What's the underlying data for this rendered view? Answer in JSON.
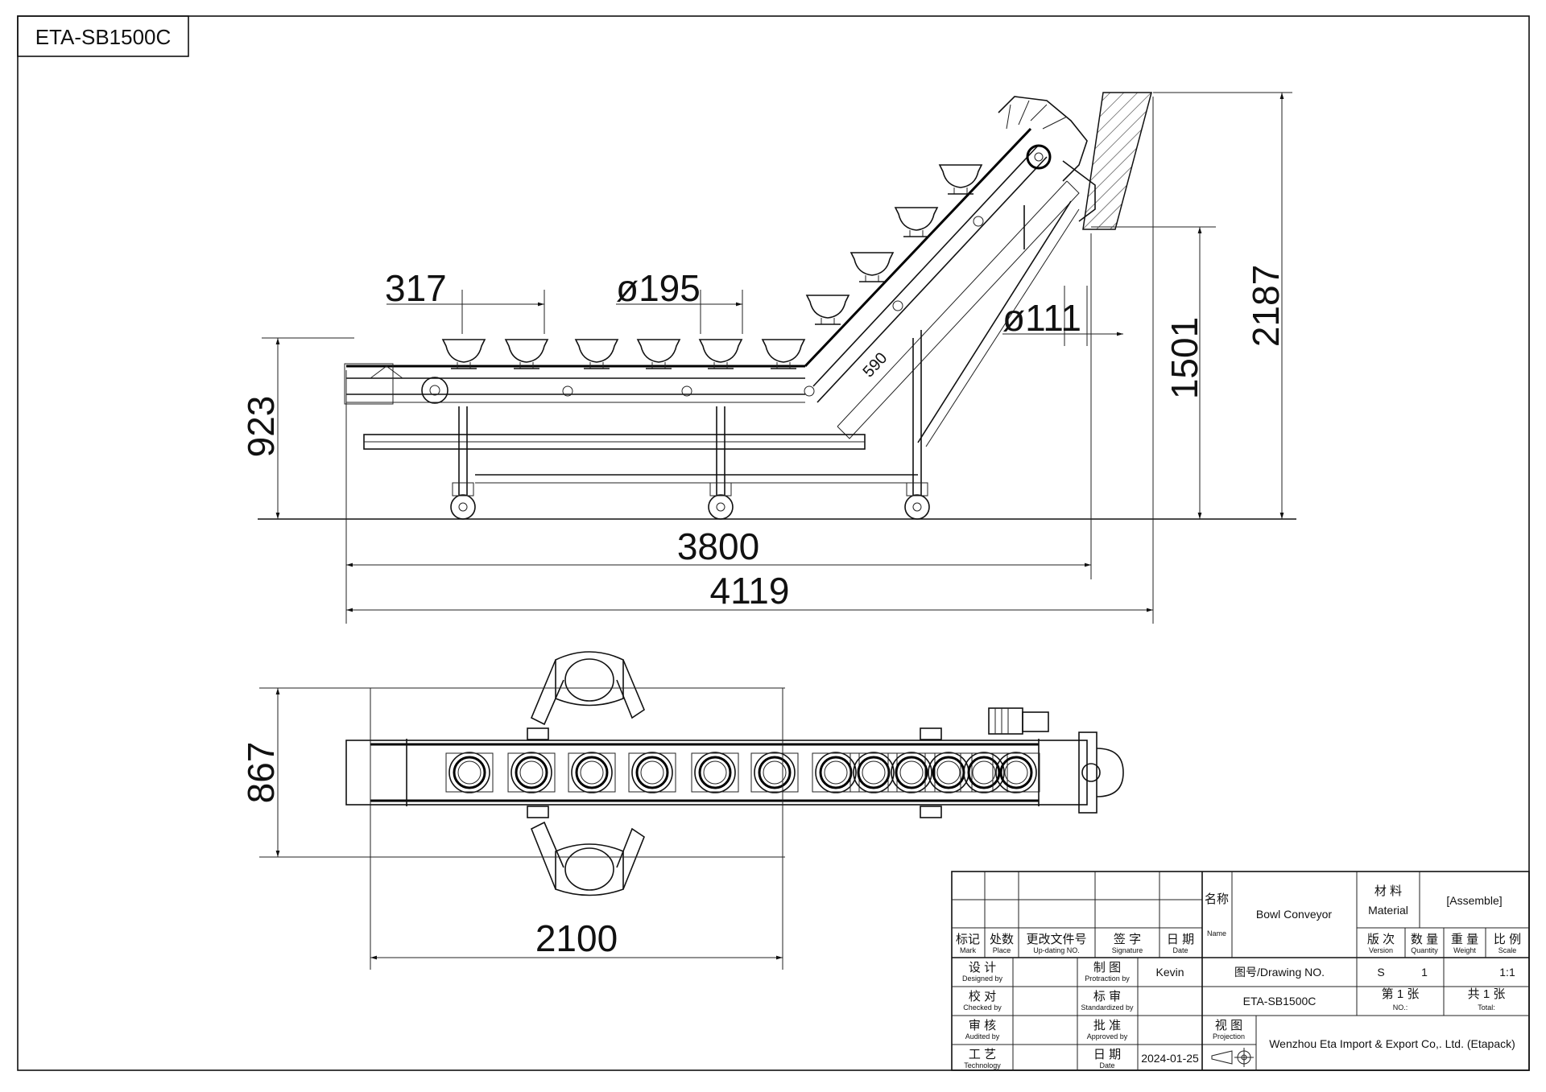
{
  "drawing_code": "ETA-SB1500C",
  "dimensions": {
    "bowl_pitch": "317",
    "bowl_diameter": "ø195",
    "top_diameter": "ø111",
    "infeed_height": "923",
    "discharge_height": "1501",
    "total_height": "2187",
    "frame_length": "3800",
    "total_length": "4119",
    "width": "867",
    "plan_length": "2100",
    "incline_label": "590"
  },
  "title_block": {
    "name_cn": "名称",
    "name_en": "Name",
    "product_name": "Bowl Conveyor",
    "material_cn": "材 料",
    "material_en": "Material",
    "material_value": "[Assemble]",
    "rev_header": [
      {
        "cn": "标记",
        "en": "Mark"
      },
      {
        "cn": "处数",
        "en": "Place"
      },
      {
        "cn": "更改文件号",
        "en": "Up-dating NO."
      },
      {
        "cn": "签 字",
        "en": "Signature"
      },
      {
        "cn": "日 期",
        "en": "Date"
      }
    ],
    "version_cn": "版 次",
    "version_en": "Version",
    "version_value": "S",
    "quantity_cn": "数 量",
    "quantity_en": "Quantity",
    "quantity_value": "1",
    "weight_cn": "重 量",
    "weight_en": "Weight",
    "weight_value": "",
    "scale_cn": "比 例",
    "scale_en": "Scale",
    "scale_value": "1:1",
    "designed_cn": "设 计",
    "designed_en": "Designed by",
    "protraction_cn": "制 图",
    "protraction_en": "Protraction by",
    "protraction_value": "Kevin",
    "drawing_no_label": "图号/Drawing NO.",
    "drawing_no_value": "ETA-SB1500C",
    "sheet_no_cn": "第 1 张",
    "sheet_no_en": "NO.:",
    "sheet_total_cn": "共 1 张",
    "sheet_total_en": "Total:",
    "checked_cn": "校 对",
    "checked_en": "Checked by",
    "standardized_cn": "标 审",
    "standardized_en": "Standardized by",
    "audited_cn": "审 核",
    "audited_en": "Audited by",
    "approved_cn": "批 准",
    "approved_en": "Approved by",
    "projection_cn": "视 图",
    "projection_en": "Projection",
    "technology_cn": "工 艺",
    "technology_en": "Technology",
    "date_cn": "日 期",
    "date_en": "Date",
    "date_value": "2024-01-25",
    "company": "Wenzhou Eta Import & Export Co,. Ltd. (Etapack)"
  }
}
